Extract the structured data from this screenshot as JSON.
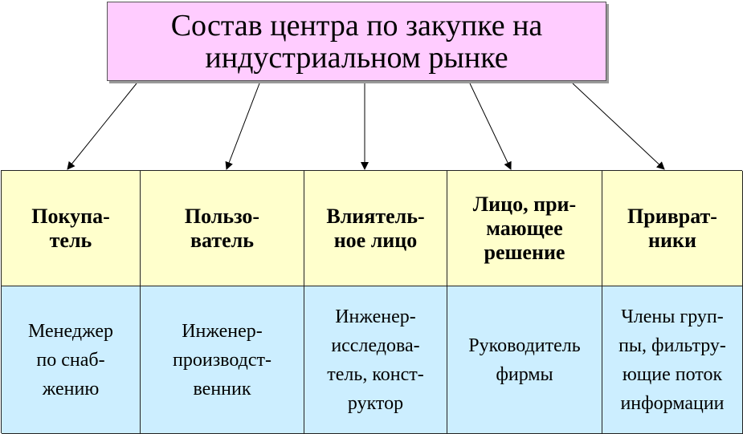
{
  "title": "Состав центра по закупке на\nиндустриальном рынке",
  "colors": {
    "title_bg": "#ffccff",
    "header_bg": "#ffffcc",
    "body_bg": "#cceeff"
  },
  "columns": [
    {
      "header": "Покупа-\nтель",
      "desc": "Менеджер\nпо снаб-\nжению"
    },
    {
      "header": "Пользо-\nватель",
      "desc": "Инженер-\nпроизводст-\nвенник"
    },
    {
      "header": "Влиятель-\nное лицо",
      "desc": "Инженер-\nисследова-\nтель, конст-\nруктор"
    },
    {
      "header": "Лицо, при-\nмающее\nрешение",
      "desc": "Руководитель\nфирмы"
    },
    {
      "header": "Приврат-\nники",
      "desc": "Члены груп-\nпы, фильтру-\nющие поток\nинформации"
    }
  ]
}
